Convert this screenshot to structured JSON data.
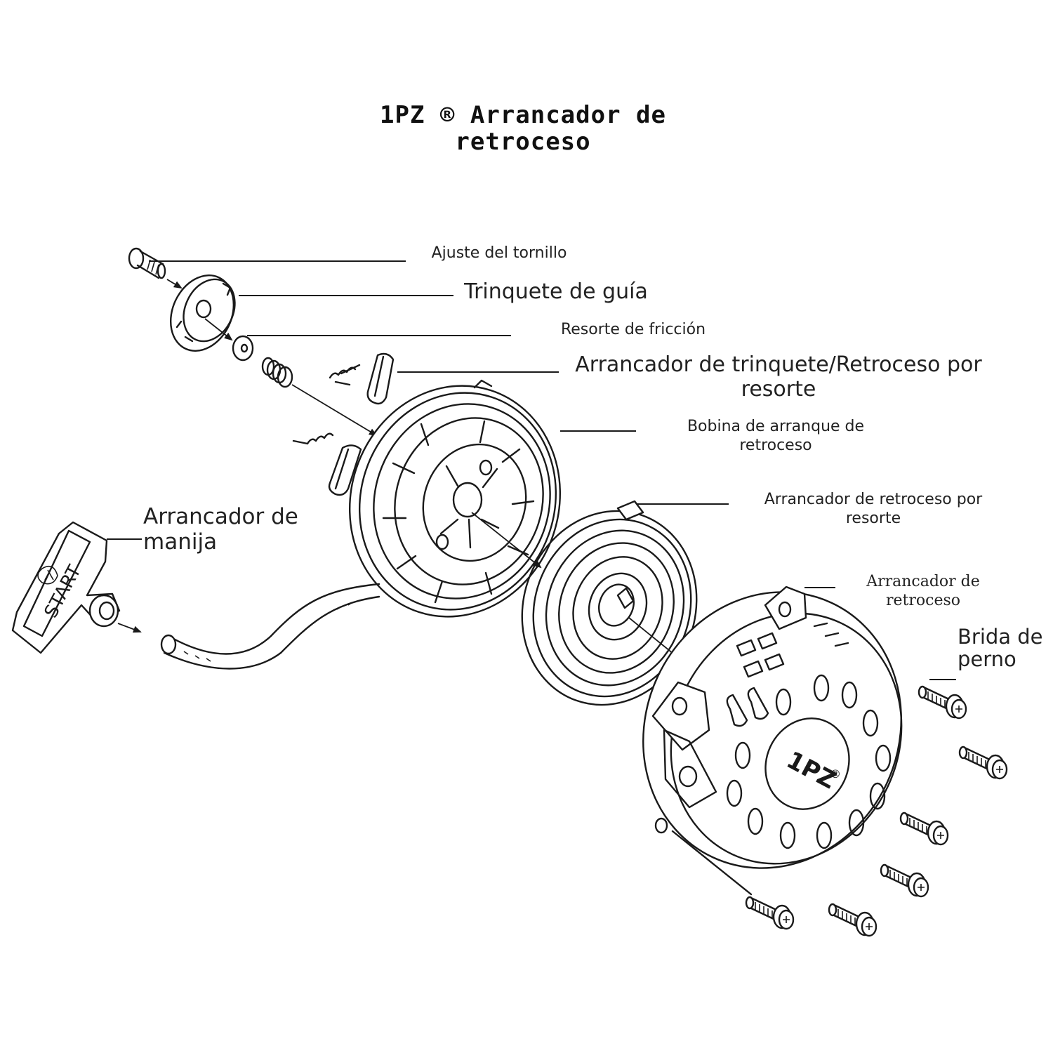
{
  "title_line1": "1PZ ® Arrancador de",
  "title_line2": "retroceso",
  "labels": {
    "ajuste": "Ajuste del tornillo",
    "trinquete_guia": "Trinquete de guía",
    "resorte_friccion": "Resorte de fricción",
    "trinquete_resorte_1": "Arrancador de trinquete/Retroceso por",
    "trinquete_resorte_2": "resorte",
    "bobina_1": "Bobina de arranque de",
    "bobina_2": "retroceso",
    "manija_1": "Arrancador de",
    "manija_2": "manija",
    "resorte_1": "Arrancador de retroceso por",
    "resorte_2": "resorte",
    "arrancador_1": "Arrancador de",
    "arrancador_2": "retroceso",
    "brida_1": "Brida de",
    "brida_2": "perno"
  },
  "markings": {
    "handle_text": "START",
    "housing_logo": "1PZ",
    "housing_reg": "®"
  },
  "colors": {
    "ink": "#1a1a1a",
    "background": "#ffffff"
  }
}
